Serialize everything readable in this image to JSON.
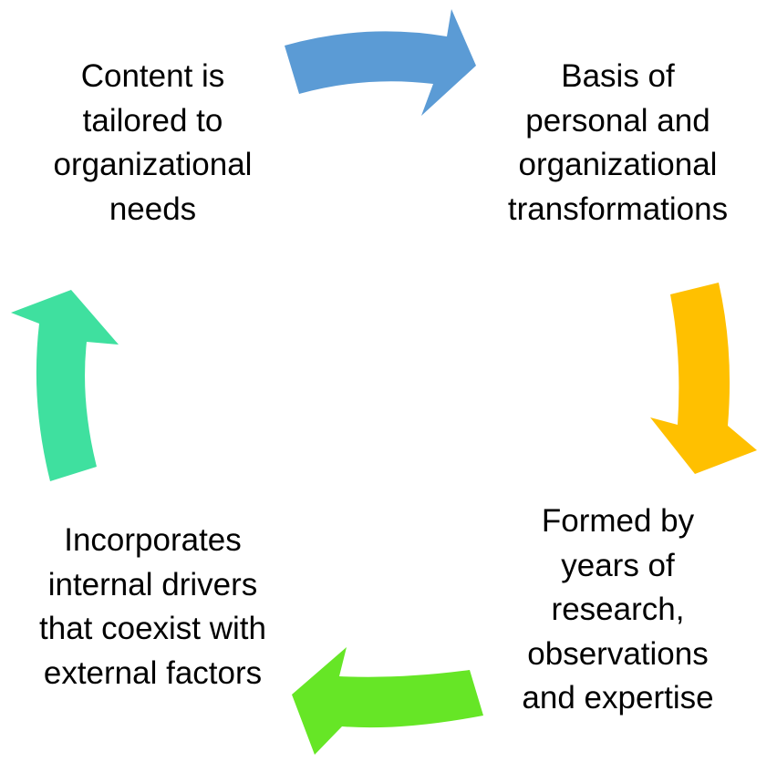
{
  "diagram": {
    "type": "cycle",
    "nodes": [
      {
        "id": "top-left",
        "lines": [
          "Content is",
          "tailored to",
          "organizational",
          "needs"
        ]
      },
      {
        "id": "top-right",
        "lines": [
          "Basis of",
          "personal and",
          "organizational",
          "transformations"
        ]
      },
      {
        "id": "bottom-right",
        "lines": [
          "Formed by",
          "years of",
          "research,",
          "observations",
          "and expertise"
        ]
      },
      {
        "id": "bottom-left",
        "lines": [
          "Incorporates",
          "internal drivers",
          "that coexist with",
          "external factors"
        ]
      }
    ],
    "arrows": [
      {
        "from": "top-left",
        "to": "top-right",
        "color": "#5B9BD5"
      },
      {
        "from": "top-right",
        "to": "bottom-right",
        "color": "#FFC000"
      },
      {
        "from": "bottom-right",
        "to": "bottom-left",
        "color": "#66E626"
      },
      {
        "from": "bottom-left",
        "to": "top-left",
        "color": "#3FE09F"
      }
    ]
  }
}
